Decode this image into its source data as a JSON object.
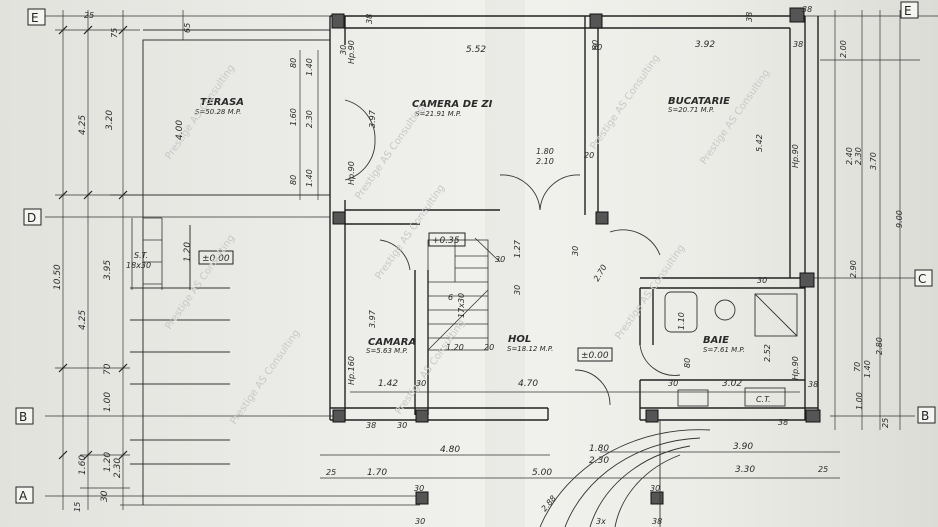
{
  "axes": {
    "A": "A",
    "B": "B",
    "C": "C",
    "D": "D",
    "E": "E"
  },
  "rooms": [
    {
      "id": "terasa",
      "name": "TERASA",
      "area": "S=50.28 M.P."
    },
    {
      "id": "camera",
      "name": "CAMERA DE ZI",
      "area": "S=21.91 M.P."
    },
    {
      "id": "bucatarie",
      "name": "BUCATARIE",
      "area": "S=20.71 M.P."
    },
    {
      "id": "camara",
      "name": "CAMARA",
      "area": "S=5.63 M.P."
    },
    {
      "id": "hol",
      "name": "HOL",
      "area": "S=18.12 M.P."
    },
    {
      "id": "baie",
      "name": "BAIE",
      "area": "S=7.61 M.P."
    }
  ],
  "levels": {
    "terasa": "±0.00",
    "stair": "+0.35",
    "hol": "±0.00"
  },
  "watermark": "Prestige AS Consulting",
  "dims": {
    "left_total": "10.50",
    "left_425a": "4.25",
    "left_395": "3.95",
    "left_425b": "4.25",
    "left_160": "1.60",
    "c320": "3.20",
    "c120": "1.20",
    "c70": "70",
    "c100": "1.00",
    "c230": "2.30",
    "c30": "30",
    "c15": "15",
    "top25": "25",
    "top75": "75",
    "top65": "65",
    "top38": "38",
    "top30": "30",
    "r552": "5.52",
    "r392": "3.92",
    "r400": "4.00",
    "r120": "1.20",
    "step": "18x30",
    "st": "S.T.",
    "v80a": "80",
    "v140a": "1.40",
    "v160a": "1.60",
    "v230": "2.30",
    "v80b": "80",
    "v140b": "1.40",
    "hp90a": "Hp.90",
    "v397a": "3.97",
    "hp90b": "Hp.90",
    "v397b": "3.97",
    "hp160": "Hp.160",
    "hp90c": "Hp.90",
    "d180a": "1.80",
    "d210": "2.10",
    "d20": "20",
    "d542": "5.42",
    "d270": "2.70",
    "d30b": "30",
    "r200": "2.00",
    "r240": "2.40",
    "r230": "2.30",
    "r370": "3.70",
    "r900": "9.00",
    "r290": "2.90",
    "r280": "2.80",
    "r70": "70",
    "r140": "1.40",
    "r100": "1.00",
    "r25": "25",
    "r38": "38",
    "s17x30": "17x30",
    "s6": "6",
    "s30": "30",
    "s120": "1.20",
    "s20": "20",
    "s127": "1.27",
    "s30b": "30",
    "b142": "1.42",
    "b30": "30",
    "b470": "4.70",
    "b302": "3.02",
    "b30b": "30",
    "b38": "38",
    "b110": "1.10",
    "b80": "80",
    "b252": "2.52",
    "bct": "C.T.",
    "f480": "4.80",
    "f180": "1.80",
    "f230": "2.30",
    "f390": "3.90",
    "f500": "5.00",
    "f330": "3.30",
    "f170": "1.70",
    "f25": "25",
    "f25b": "25",
    "f30": "30",
    "f30b": "30",
    "f38": "38",
    "f38b": "38",
    "f3x": "3x",
    "f2886": "2.88"
  }
}
